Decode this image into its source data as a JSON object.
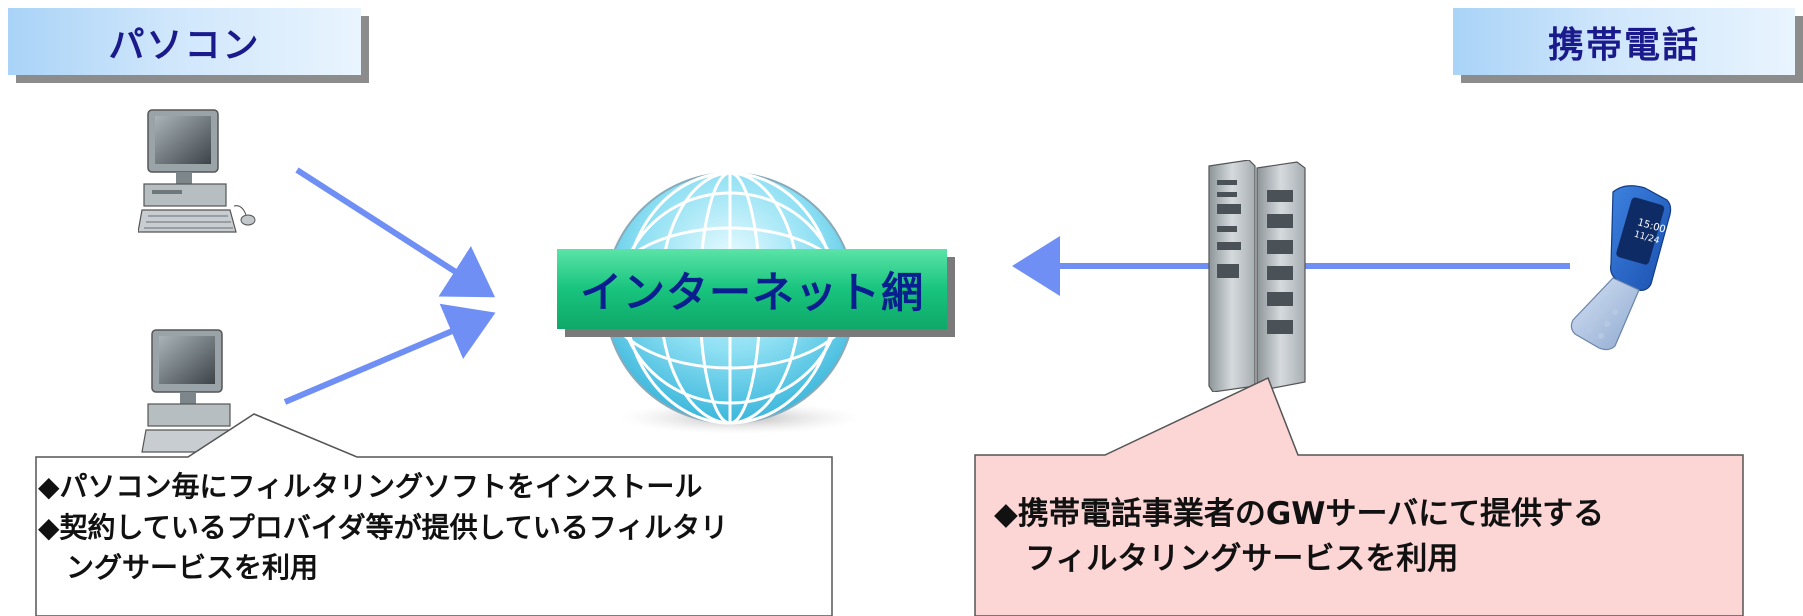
{
  "left_header": {
    "label": "パソコン"
  },
  "right_header": {
    "label": "携帯電話"
  },
  "center": {
    "label": "インターネット網"
  },
  "left_callout": {
    "lines": [
      "◆パソコン毎にフィルタリングソフトをインストール",
      "◆契約しているプロバイダ等が提供しているフィルタリ",
      "　ングサービスを利用"
    ],
    "background": "#ffffff"
  },
  "right_callout": {
    "lines": [
      "◆携帯電話事業者のGWサーバにて提供する",
      "　フィルタリングサービスを利用"
    ],
    "background": "#fcd5d5"
  },
  "icons": {
    "pc_top": "desktop-computer-icon",
    "pc_bottom": "desktop-computer-icon",
    "globe": "globe-icon",
    "server": "server-rack-icon",
    "phone": "flip-phone-icon"
  },
  "colors": {
    "arrow": "#6f8ff5",
    "header_text": "#1a1a8c",
    "center_text": "#0a1f8f",
    "center_bg": "#18c47e"
  }
}
